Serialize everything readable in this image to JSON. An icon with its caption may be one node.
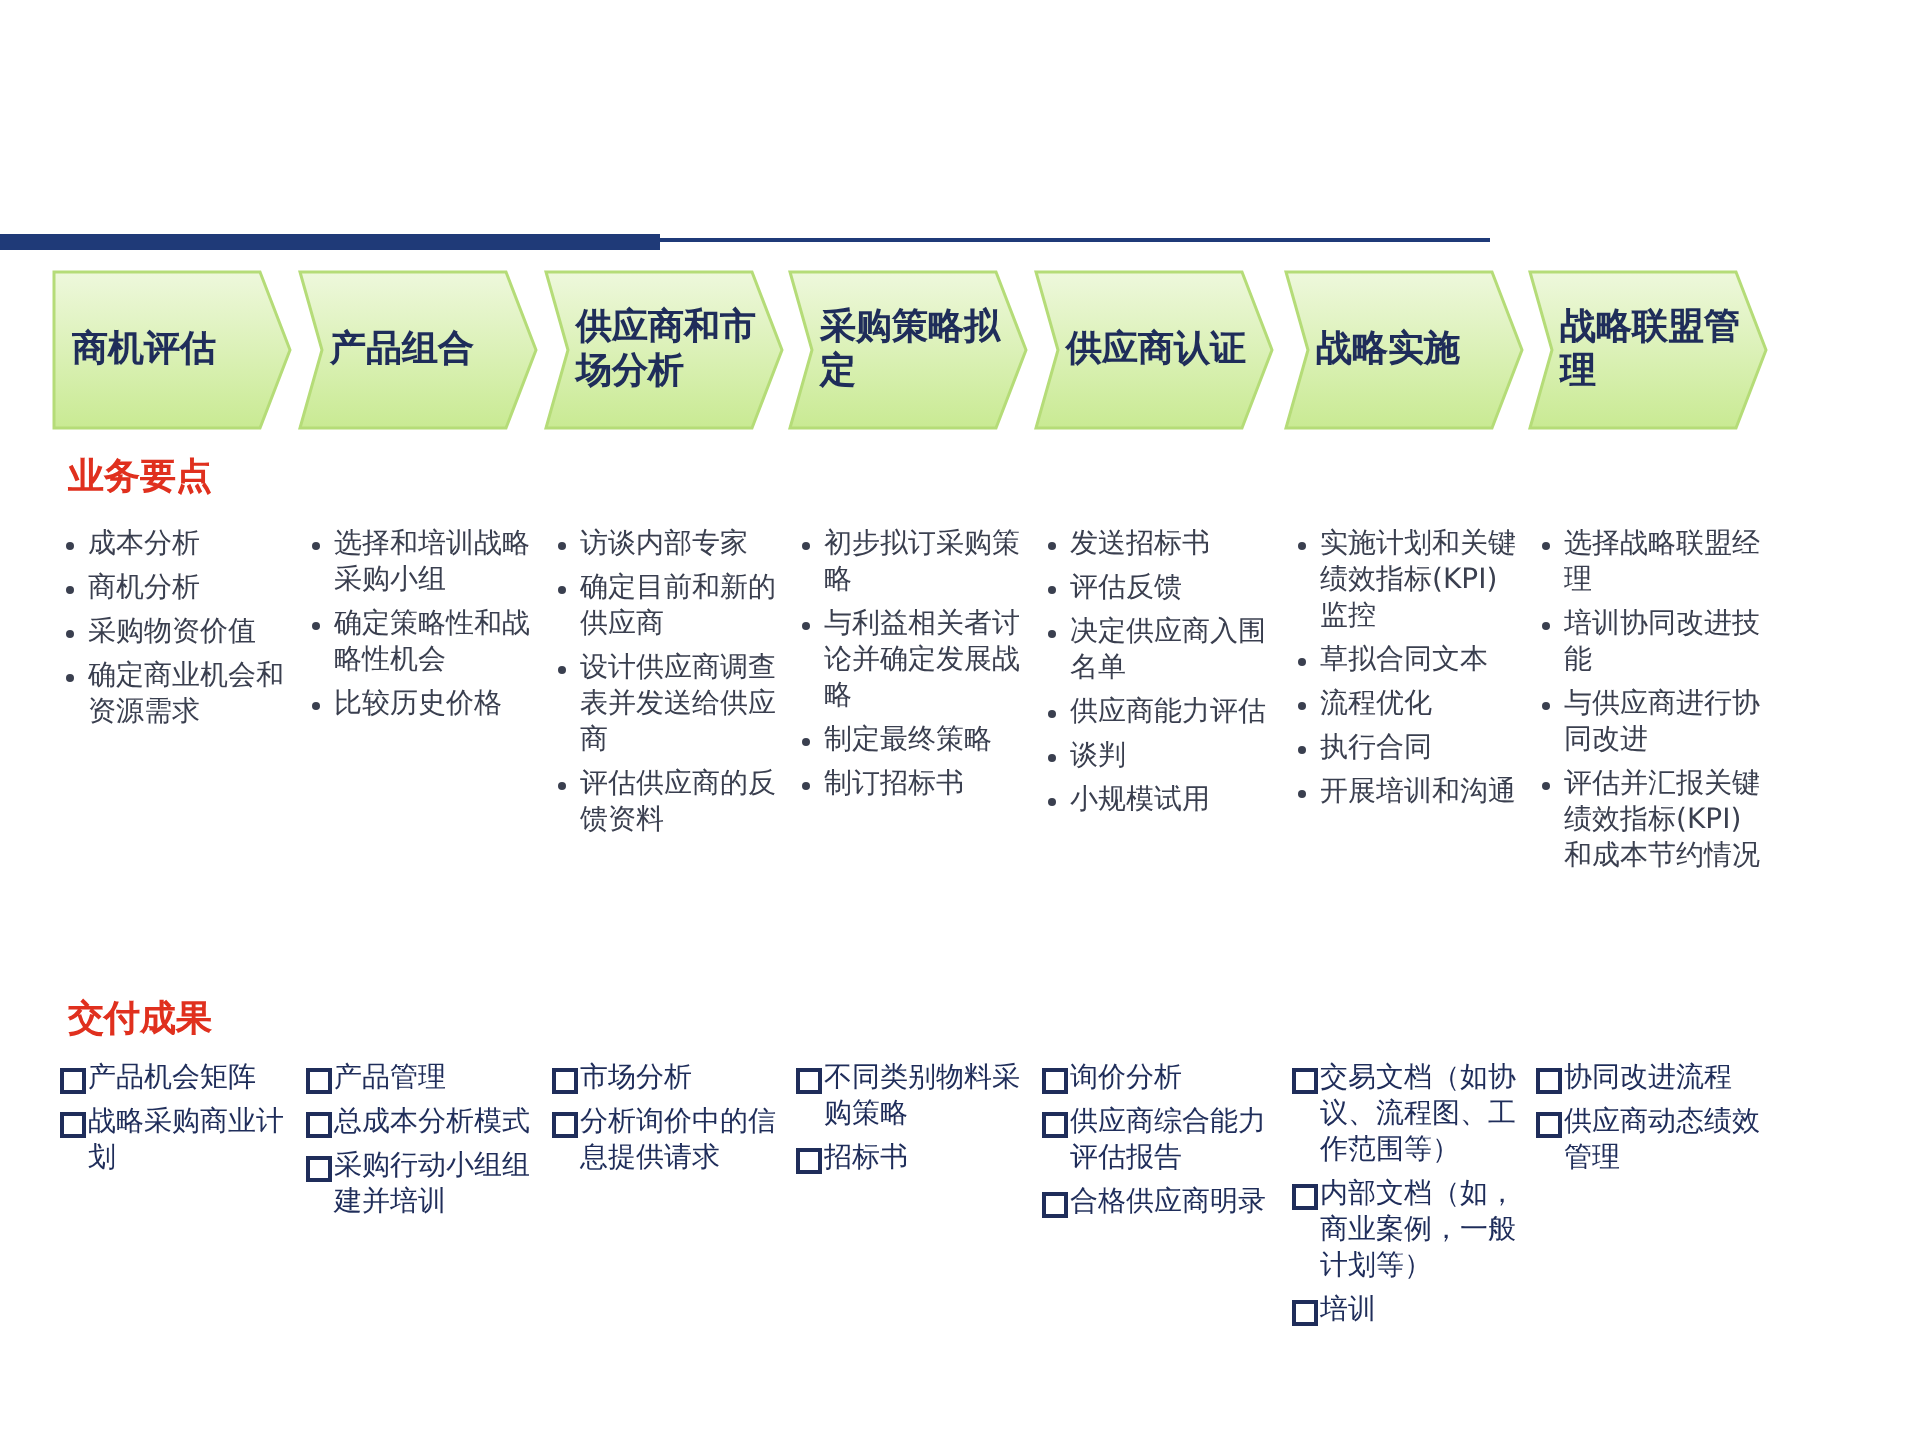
{
  "diagram": {
    "nodes": [
      {
        "text": [
          "商机评估"
        ]
      },
      {
        "text": [
          "产品组合"
        ]
      },
      {
        "text": [
          "供应商和市场分析"
        ]
      },
      {
        "text": [
          "采购策略拟定"
        ]
      },
      {
        "text": [
          "供应商认证"
        ]
      },
      {
        "text": [
          "战略实施"
        ]
      },
      {
        "text": [
          "战略联盟管理"
        ]
      }
    ],
    "labels": [
      "业务要点",
      "成本分析",
      "商机分析",
      "采购物资价值",
      "确定商业机会和资源需求",
      "选择和培训战略采购小组",
      "确定策略性和战略性机会",
      "比较历史价格",
      "访谈内部专家",
      "确定目前和新的供应商",
      "设计供应商调查表并发送给供应商",
      "评估供应商的反馈资料",
      "初步拟订采购策略",
      "与利益相关者讨论并确定发展战略",
      "制定最终策略",
      "制订招标书",
      "发送招标书",
      "评估反馈",
      "决定供应商入围名单",
      "供应商能力评估",
      "谈判",
      "小规模试用",
      "实施计划和关键绩效指标(KPI)监控",
      "草拟合同文本",
      "流程优化",
      "执行合同",
      "开展培训和沟通",
      "选择战略联盟经理",
      "培训协同改进技能",
      "与供应商进行协同改进",
      "评估并汇报关键绩效指标(KPI)和成本节约情况",
      "交付成果",
      "产品机会矩阵",
      "战略采购商业计划",
      "产品管理",
      "总成本分析模式",
      "采购行动小组组建并培训",
      "市场分析",
      "分析询价中的信息提供请求",
      "不同类别物料采购策略",
      "招标书",
      "询价分析",
      "供应商综合能力评估报告",
      "合格供应商明录",
      "交易文档（如协议、流程图、工作范围等）",
      "内部文档（如，商业案例，一般计划等）",
      "培训",
      "协同改进流程",
      "供应商动态绩效管理"
    ]
  }
}
